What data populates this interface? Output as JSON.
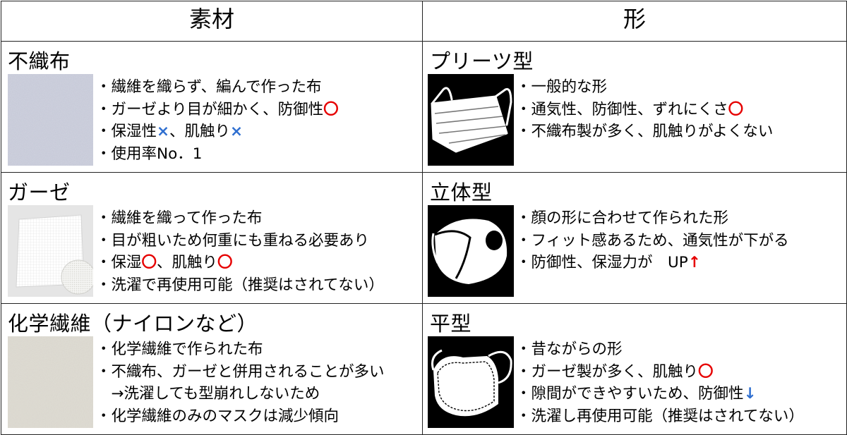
{
  "headers": {
    "left": "素材",
    "right": "形"
  },
  "colors": {
    "red": "#e60000",
    "blue": "#2f6fd0"
  },
  "materials": [
    {
      "title": "不織布",
      "image": "nonwoven-fabric-swatch",
      "bullets": [
        {
          "text": "・繊維を織らず、編んで作った布"
        },
        {
          "text": "・ガーゼより目が細かく、防御性",
          "mark": "〇",
          "mark_color": "red"
        },
        {
          "text": "・保湿性",
          "mark": "×",
          "mark_color": "blue",
          "text2": "、肌触り",
          "mark2": "×",
          "mark2_color": "blue"
        },
        {
          "text": "・使用率No．1"
        }
      ]
    },
    {
      "title": "ガーゼ",
      "image": "gauze-swatch",
      "bullets": [
        {
          "text": "・繊維を織って作った布"
        },
        {
          "text": "・目が粗いため何重にも重ねる必要あり"
        },
        {
          "text": "・保湿",
          "mark": "〇",
          "mark_color": "red",
          "text2": "、肌触り",
          "mark2": "〇",
          "mark2_color": "red"
        },
        {
          "text": "・洗濯で再使用可能（推奨はされてない）"
        }
      ]
    },
    {
      "title": "化学繊維（ナイロンなど）",
      "image": "synthetic-fabric-swatch",
      "bullets": [
        {
          "text": "・化学繊維で作られた布"
        },
        {
          "text": "・不織布、ガーゼと併用されることが多い"
        },
        {
          "text": "　→洗濯しても型崩れしないため"
        },
        {
          "text": "・化学繊維のみのマスクは減少傾向"
        }
      ]
    }
  ],
  "shapes": [
    {
      "title": "プリーツ型",
      "image": "pleated-mask-icon",
      "bullets": [
        {
          "text": "・一般的な形"
        },
        {
          "text": "・通気性、防御性、ずれにくさ",
          "mark": "〇",
          "mark_color": "red"
        },
        {
          "text": "・不織布製が多く、肌触りがよくない"
        }
      ]
    },
    {
      "title": "立体型",
      "image": "3d-mask-icon",
      "bullets": [
        {
          "text": "・顔の形に合わせて作られた形"
        },
        {
          "text": "・フィット感あるため、通気性が下がる"
        },
        {
          "text": "・防御性、保湿力が　UP",
          "mark": "↑",
          "mark_color": "red"
        }
      ]
    },
    {
      "title": "平型",
      "image": "flat-mask-icon",
      "bullets": [
        {
          "text": "・昔ながらの形"
        },
        {
          "text": "・ガーゼ製が多く、肌触り",
          "mark": "〇",
          "mark_color": "red"
        },
        {
          "text": "・隙間ができやすいため、防御性",
          "mark": "↓",
          "mark_color": "blue"
        },
        {
          "text": "・洗濯し再使用可能（推奨はされてない）"
        }
      ]
    }
  ]
}
